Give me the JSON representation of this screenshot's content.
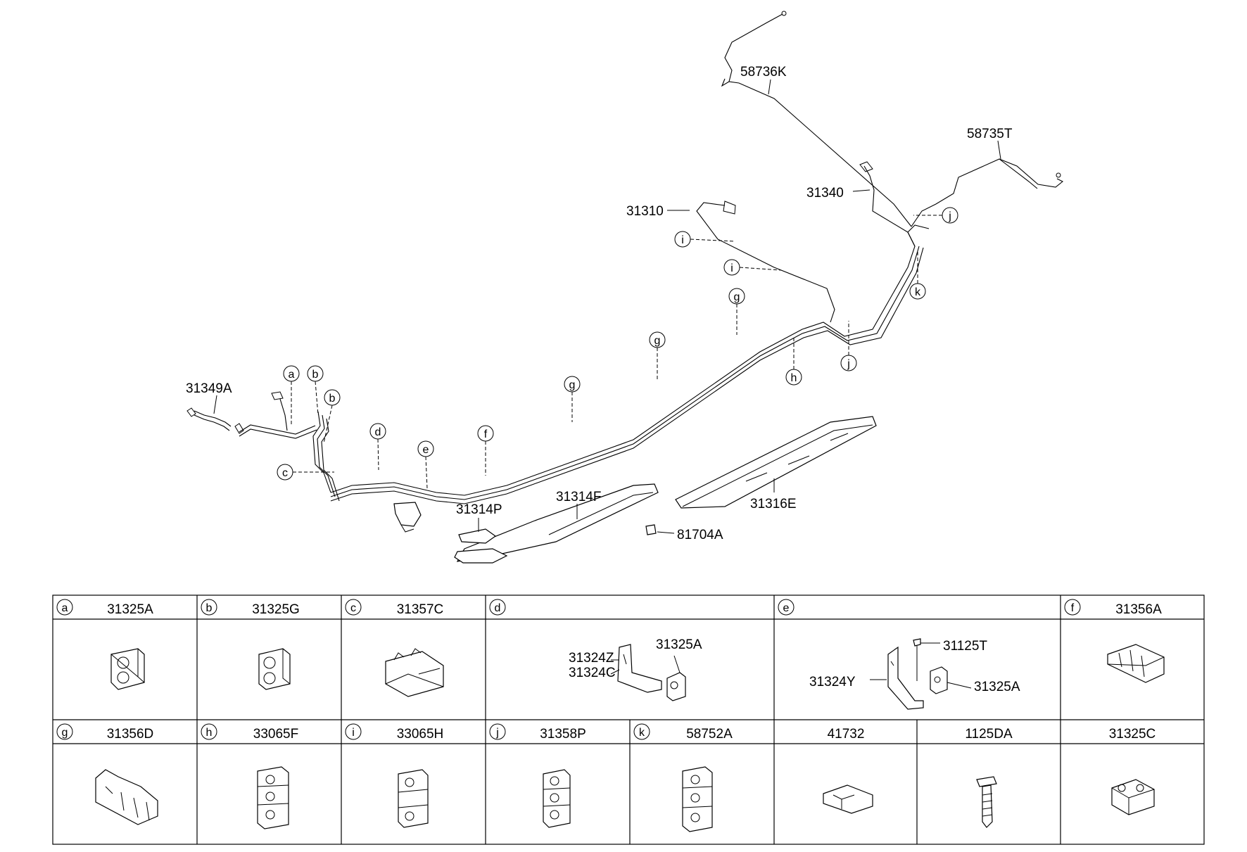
{
  "diagram": {
    "part_labels": {
      "p58736K": "58736K",
      "p58735T": "58735T",
      "p31340": "31340",
      "p31310": "31310",
      "p31349A": "31349A",
      "p31314P": "31314P",
      "p31314F": "31314F",
      "p31316E": "31316E",
      "p81704A": "81704A"
    },
    "callouts": {
      "a": "a",
      "b": "b",
      "c": "c",
      "d": "d",
      "e": "e",
      "f": "f",
      "g": "g",
      "h": "h",
      "i": "i",
      "j": "j",
      "k": "k"
    }
  },
  "legend_table": {
    "row1": [
      {
        "letter": "a",
        "part": "31325A"
      },
      {
        "letter": "b",
        "part": "31325G"
      },
      {
        "letter": "c",
        "part": "31357C"
      },
      {
        "letter": "d",
        "part": "",
        "sub_parts": [
          "31324Z",
          "31324C",
          "31325A"
        ]
      },
      {
        "letter": "e",
        "part": "",
        "sub_parts": [
          "31125T",
          "31324Y",
          "31325A"
        ]
      },
      {
        "letter": "f",
        "part": "31356A"
      }
    ],
    "row2": [
      {
        "letter": "g",
        "part": "31356D"
      },
      {
        "letter": "h",
        "part": "33065F"
      },
      {
        "letter": "i",
        "part": "33065H"
      },
      {
        "letter": "j",
        "part": "31358P"
      },
      {
        "letter": "k",
        "part": "58752A"
      },
      {
        "letter": "",
        "part": "41732"
      },
      {
        "letter": "",
        "part": "1125DA"
      },
      {
        "letter": "",
        "part": "31325C"
      }
    ]
  }
}
